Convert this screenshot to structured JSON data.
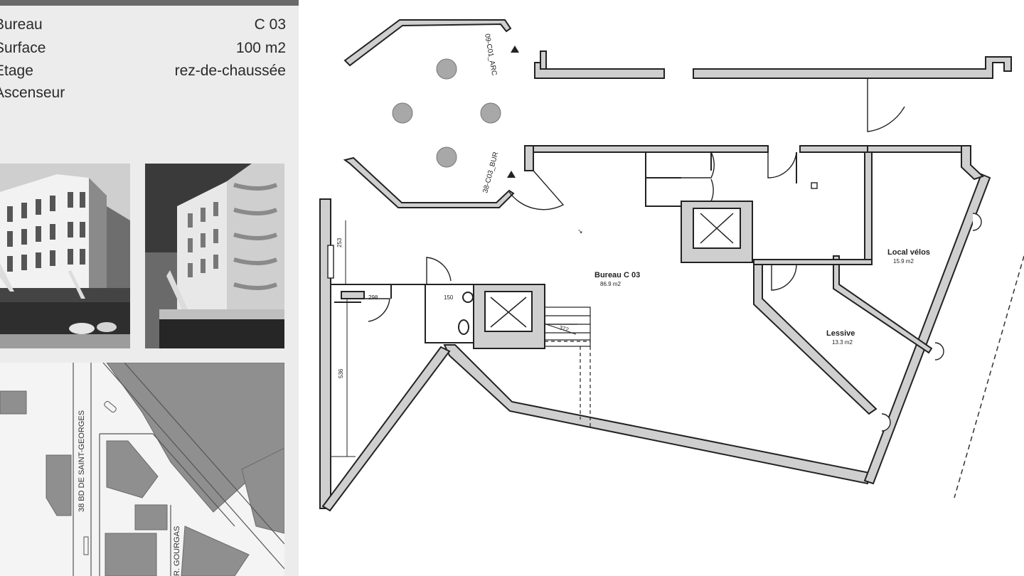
{
  "property": {
    "rows": [
      {
        "label": "Bureau",
        "value": "C 03"
      },
      {
        "label": "Surface",
        "value": "100 m2"
      },
      {
        "label": "Etage",
        "value": "rez-de-chaussée"
      },
      {
        "label": "Ascenseur",
        "value": ""
      }
    ]
  },
  "map": {
    "street_1": "38 BD DE SAINT-GEORGES",
    "street_2": "R. GOURGAS"
  },
  "plan": {
    "door_tag_1": "09-C01_ARC",
    "door_tag_2": "38-C03_BUR",
    "room_main": "Bureau C 03",
    "room_main_area": "86.9 m2",
    "room_bike": "Local vélos",
    "room_bike_area": "15.9 m2",
    "room_laundry": "Lessive",
    "room_laundry_area": "13.3 m2",
    "dim_1": "253",
    "dim_2": "298",
    "dim_3": "150",
    "dim_4": "536",
    "dim_5": "372"
  },
  "colors": {
    "wall_fill": "#cfcfcf",
    "wall_stroke": "#222222",
    "column_fill": "#a8a8a8",
    "sidebar_bg": "#ececec",
    "building_fill": "#8c8c8c"
  }
}
